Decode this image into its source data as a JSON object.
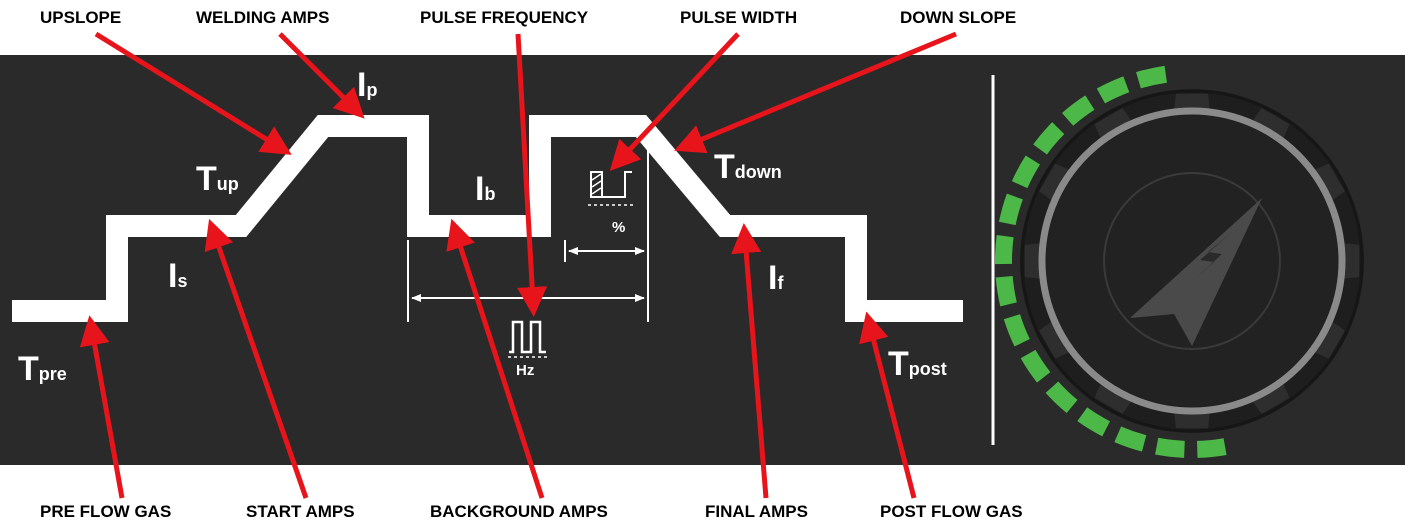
{
  "callouts_top": {
    "upslope": "UPSLOPE",
    "welding_amps": "WELDING AMPS",
    "pulse_frequency": "PULSE FREQUENCY",
    "pulse_width": "PULSE WIDTH",
    "down_slope": "DOWN SLOPE"
  },
  "callouts_bottom": {
    "pre_flow_gas": "PRE FLOW GAS",
    "start_amps": "START AMPS",
    "background_amps": "BACKGROUND AMPS",
    "final_amps": "FINAL AMPS",
    "post_flow_gas": "POST FLOW GAS"
  },
  "panel_labels": {
    "t_pre": {
      "main": "T",
      "sub": "pre"
    },
    "t_up": {
      "main": "T",
      "sub": "up"
    },
    "i_p": {
      "main": "I",
      "sub": "p"
    },
    "i_s": {
      "main": "I",
      "sub": "s"
    },
    "i_b": {
      "main": "I",
      "sub": "b"
    },
    "t_down": {
      "main": "T",
      "sub": "down"
    },
    "i_f": {
      "main": "I",
      "sub": "f"
    },
    "t_post": {
      "main": "T",
      "sub": "post"
    }
  },
  "units": {
    "frequency": "Hz",
    "width": "%"
  },
  "colors": {
    "panel": "#2a2a2a",
    "waveform": "#ffffff",
    "arrow": "#e8141c",
    "ring_green": "#4cb848",
    "knob_ring": "#8a8a8a",
    "knob_body": "#1e1e1e"
  },
  "knob_logo_icon": "arrowhead-logo-icon"
}
